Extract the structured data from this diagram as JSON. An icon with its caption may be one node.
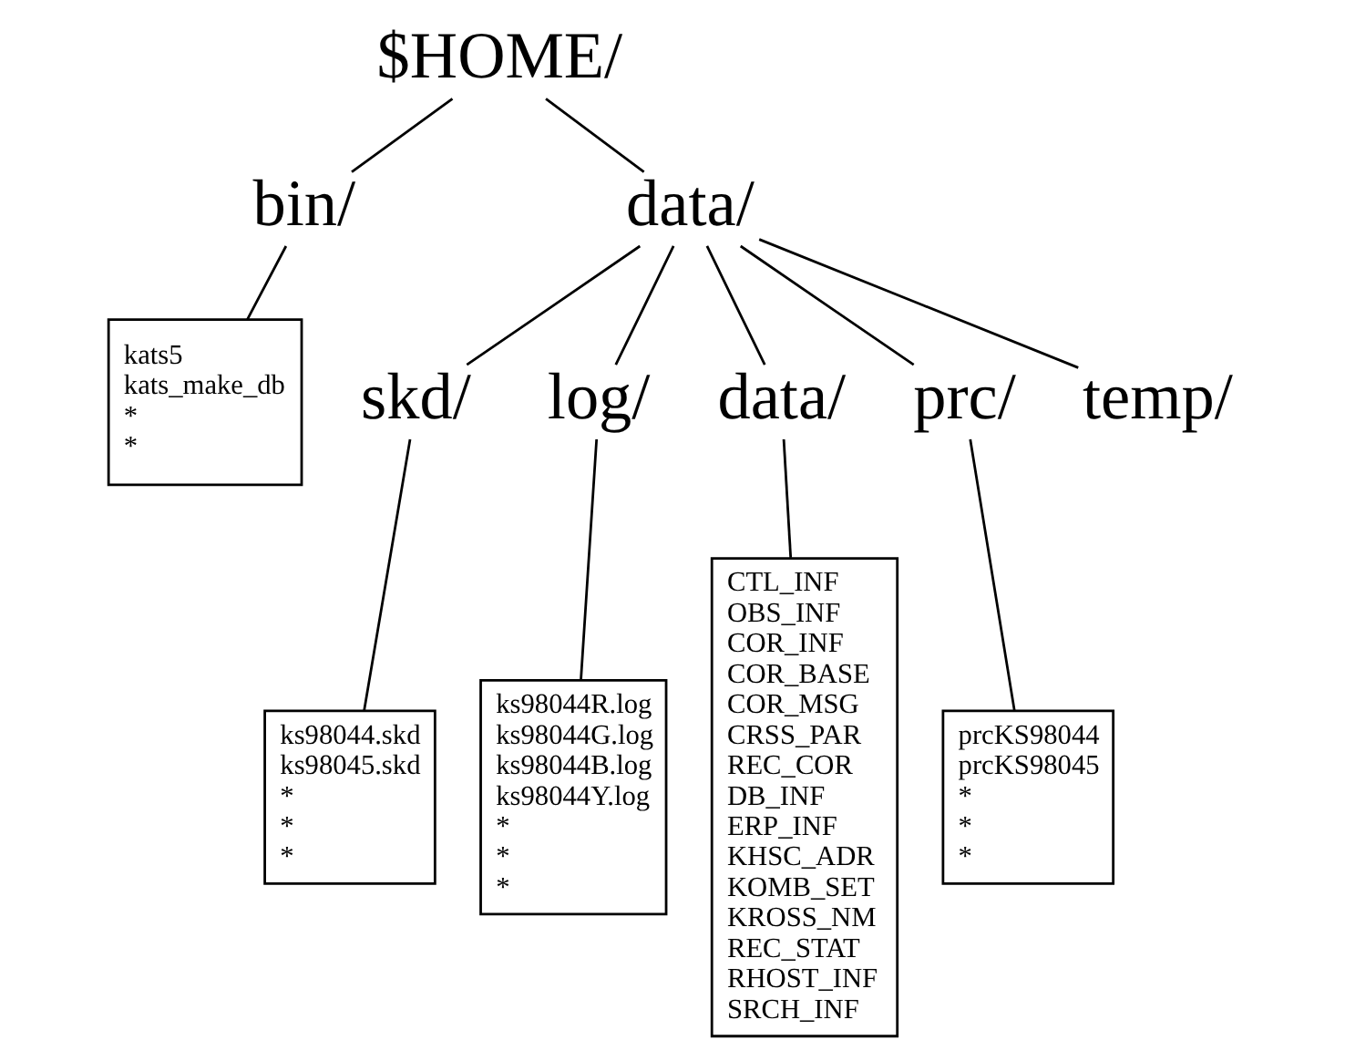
{
  "diagram": {
    "nodes": [
      {
        "text": [
          "$HOME/"
        ]
      },
      {
        "text": [
          "bin/"
        ]
      },
      {
        "text": [
          "data/"
        ]
      },
      {
        "text": [
          "skd/"
        ]
      },
      {
        "text": [
          "log/"
        ]
      },
      {
        "text": [
          "data/"
        ]
      },
      {
        "text": [
          "prc/"
        ]
      },
      {
        "text": [
          "temp/"
        ]
      },
      {
        "text": [
          "kats5",
          "kats_make_db",
          "*",
          "*"
        ]
      },
      {
        "text": [
          "ks98044.skd",
          "ks98045.skd",
          "*",
          "*",
          "*"
        ]
      },
      {
        "text": [
          "ks98044R.log",
          "ks98044G.log",
          "ks98044B.log",
          "ks98044Y.log",
          "*",
          "*",
          "*"
        ]
      },
      {
        "text": [
          "CTL_INF",
          "OBS_INF",
          "COR_INF",
          "COR_BASE",
          "COR_MSG",
          "CRSS_PAR",
          "REC_COR",
          "DB_INF",
          "ERP_INF",
          "KHSC_ADR",
          "KOMB_SET",
          "KROSS_NM",
          "REC_STAT",
          "RHOST_INF",
          "SRCH_INF"
        ]
      },
      {
        "text": [
          "prcKS98044",
          "prcKS98045",
          "*",
          "*",
          "*"
        ]
      }
    ],
    "edges": [
      {
        "from": 0,
        "to": 1,
        "arrow": "none"
      },
      {
        "from": 0,
        "to": 2,
        "arrow": "none"
      },
      {
        "from": 1,
        "to": 8,
        "arrow": "none"
      },
      {
        "from": 2,
        "to": 3,
        "arrow": "none"
      },
      {
        "from": 2,
        "to": 4,
        "arrow": "none"
      },
      {
        "from": 2,
        "to": 5,
        "arrow": "none"
      },
      {
        "from": 2,
        "to": 6,
        "arrow": "none"
      },
      {
        "from": 2,
        "to": 7,
        "arrow": "none"
      },
      {
        "from": 3,
        "to": 9,
        "arrow": "none"
      },
      {
        "from": 4,
        "to": 10,
        "arrow": "none"
      },
      {
        "from": 5,
        "to": 11,
        "arrow": "none"
      },
      {
        "from": 6,
        "to": 12,
        "arrow": "none"
      }
    ]
  }
}
